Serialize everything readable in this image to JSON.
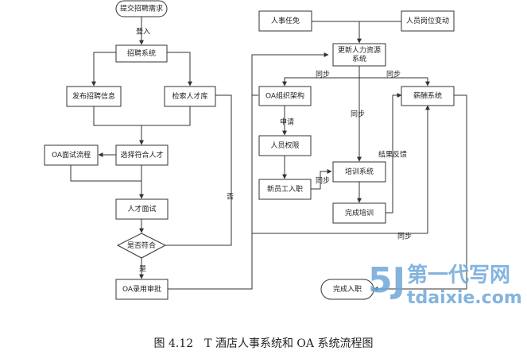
{
  "caption": "图 4.12　T 酒店人事系统和 OA 系统流程图",
  "colors": {
    "stroke": "#333333",
    "text": "#222222",
    "watermark": "#6fa7d9"
  },
  "watermark": {
    "mark": "5J",
    "title": "第一代写网",
    "url": "tdaixie.com"
  },
  "nodes": {
    "submit": "提交招聘需求",
    "recruit_sys": "招聘系统",
    "publish": "发布招聘信息",
    "search": "检索人才库",
    "select": "选择符合人才",
    "oa_interview": "OA面试流程",
    "interview": "人才面试",
    "qualified": "是否符合",
    "oa_approve": "OA录用审批",
    "appoint": "人事任免",
    "transfer": "人员岗位变动",
    "update_hr": "更新人力资源\n系统",
    "oa_org": "OA组织架构",
    "perm": "人员权限",
    "newhire": "新员工入职",
    "training": "培训系统",
    "finish_train": "完成培训",
    "payroll": "薪酬系统",
    "finish_join": "完成入职"
  },
  "edge_labels": {
    "login": "登入",
    "sync1": "同步",
    "sync2": "同步",
    "sync3": "同步",
    "sync4": "同步",
    "sync5": "同步",
    "apply": "申请",
    "feedback": "结果反馈",
    "no": "否",
    "yes": "是"
  }
}
